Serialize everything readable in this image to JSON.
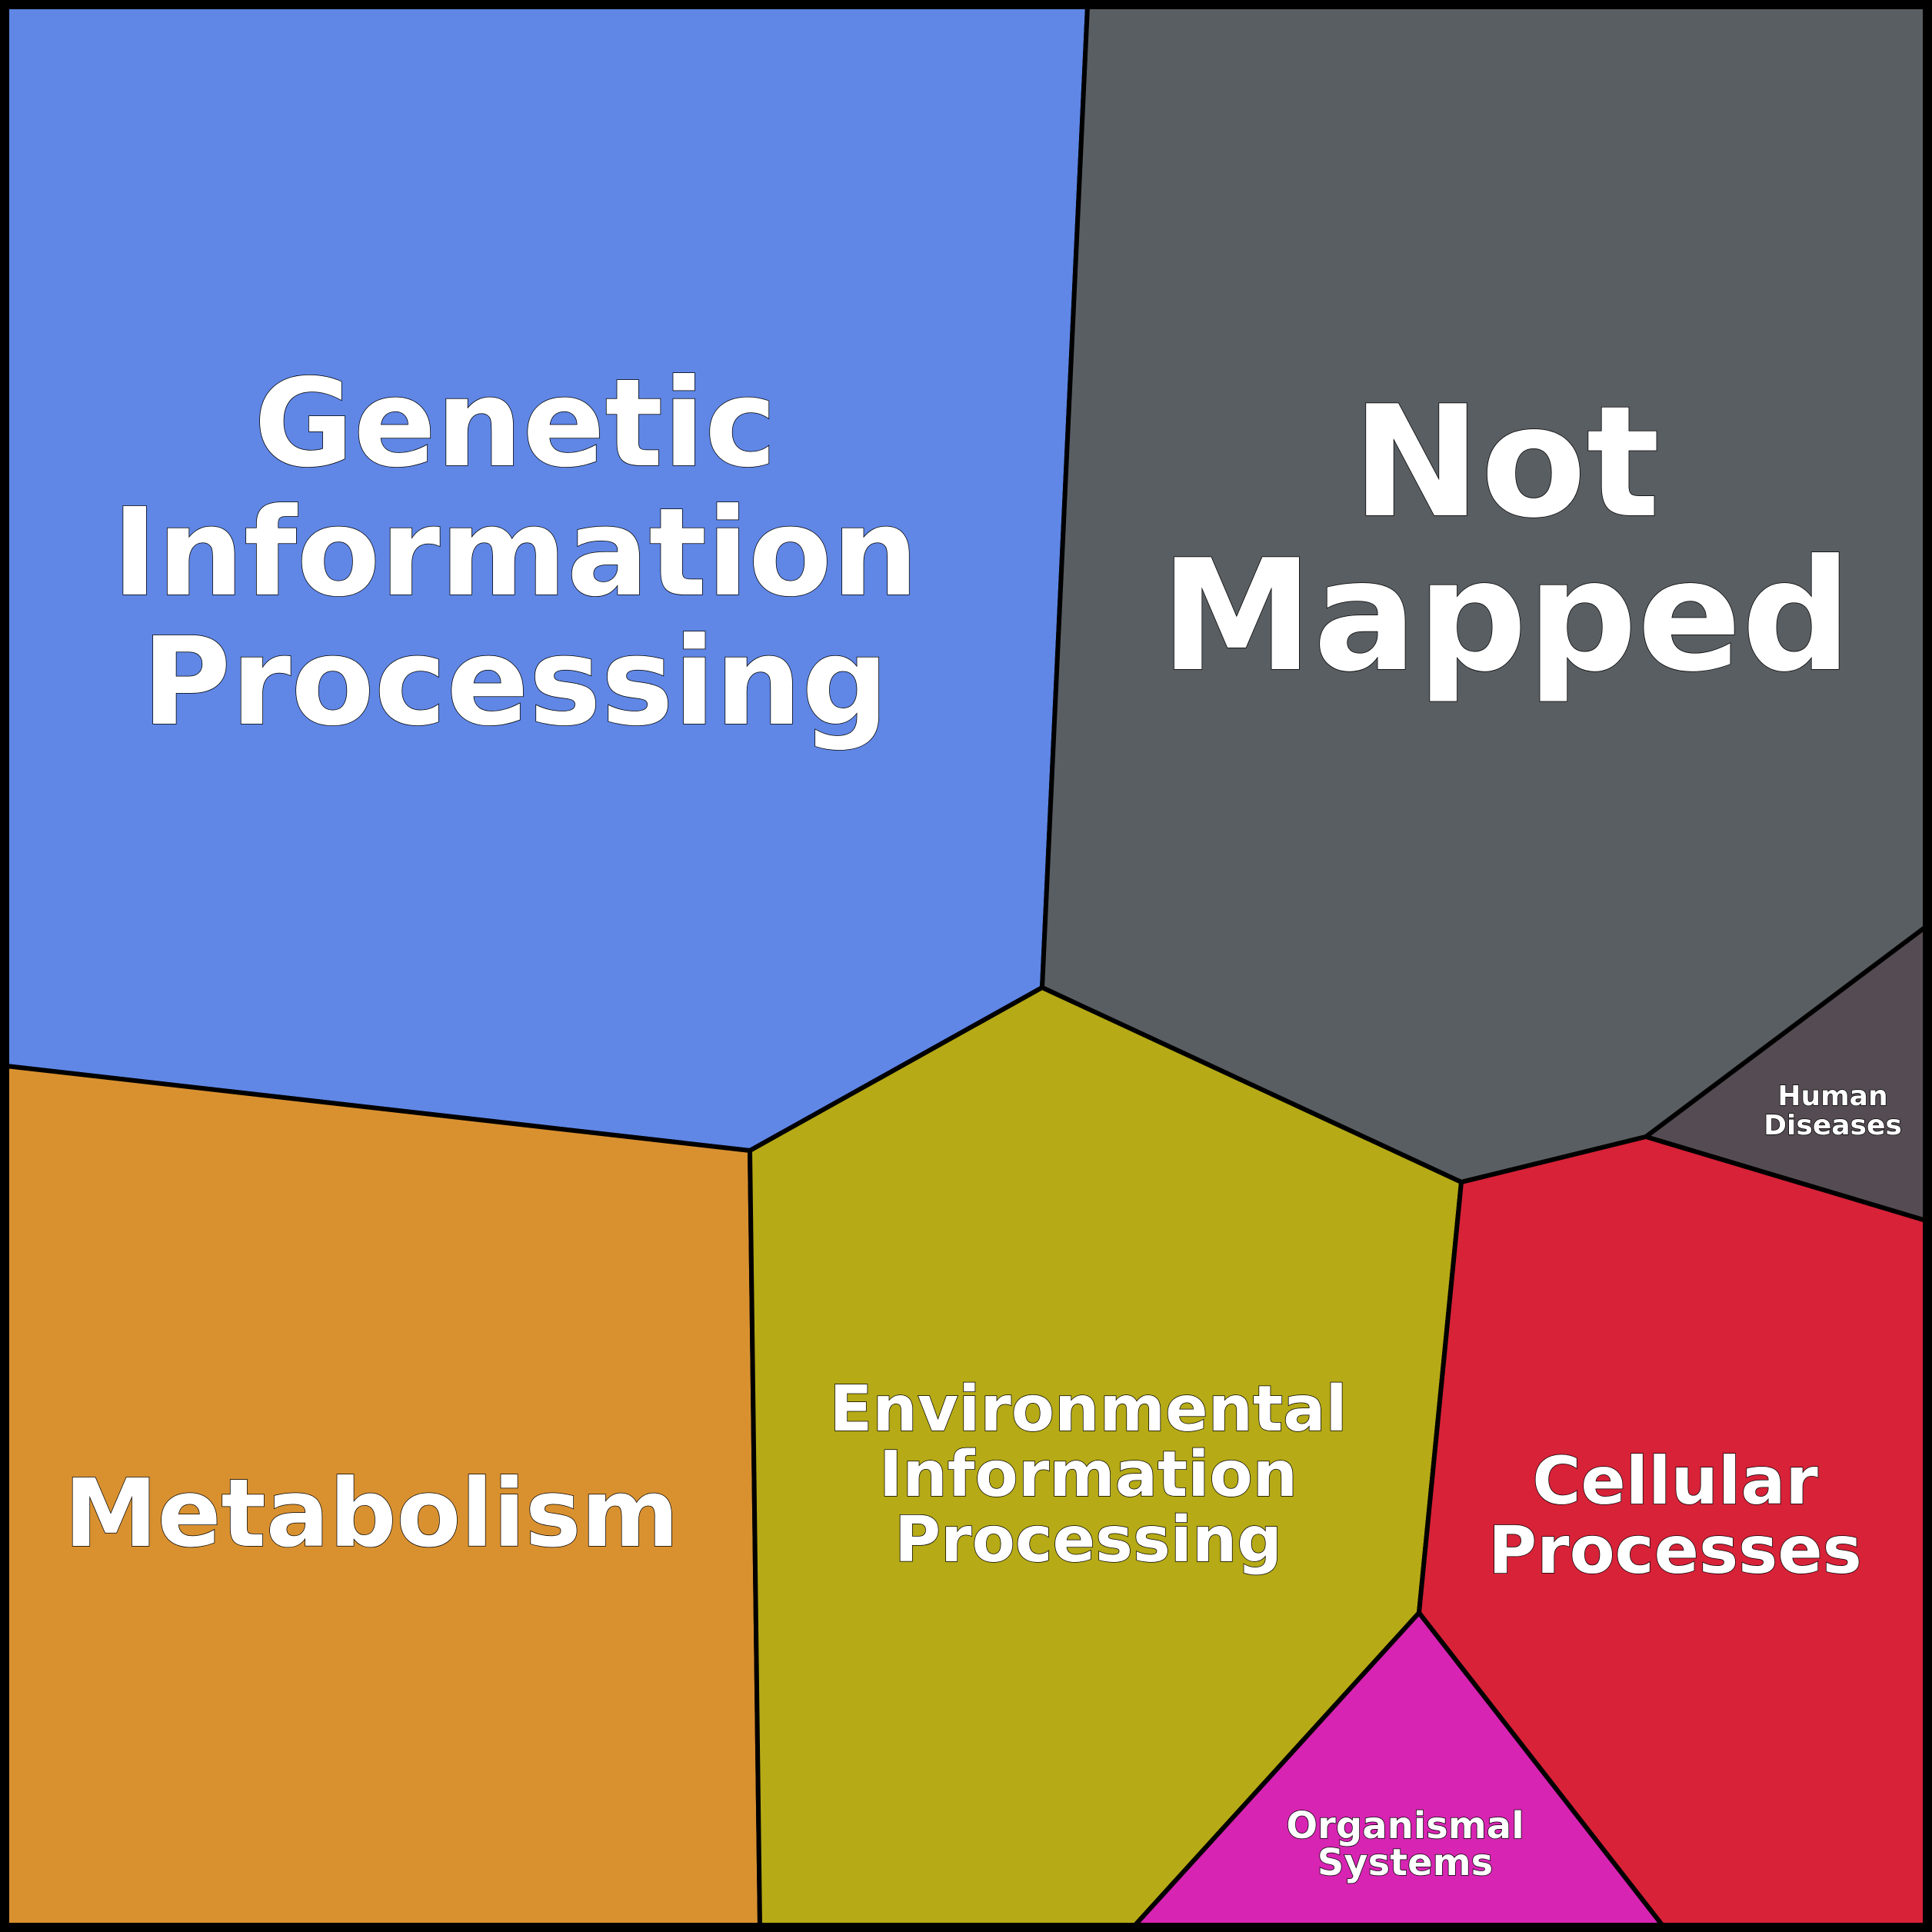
{
  "chart_data": {
    "type": "voronoi-treemap",
    "cells": [
      {
        "label": "Genetic Information Processing",
        "color": "#6087e6"
      },
      {
        "label": "Not Mapped",
        "color": "#595e62"
      },
      {
        "label": "Human Diseases",
        "color": "#554c53"
      },
      {
        "label": "Metabolism",
        "color": "#d99130"
      },
      {
        "label": "Environmental Information Processing",
        "color": "#b6aa16"
      },
      {
        "label": "Cellular Processes",
        "color": "#d72238"
      },
      {
        "label": "Organismal Systems",
        "color": "#d724b2"
      }
    ]
  }
}
